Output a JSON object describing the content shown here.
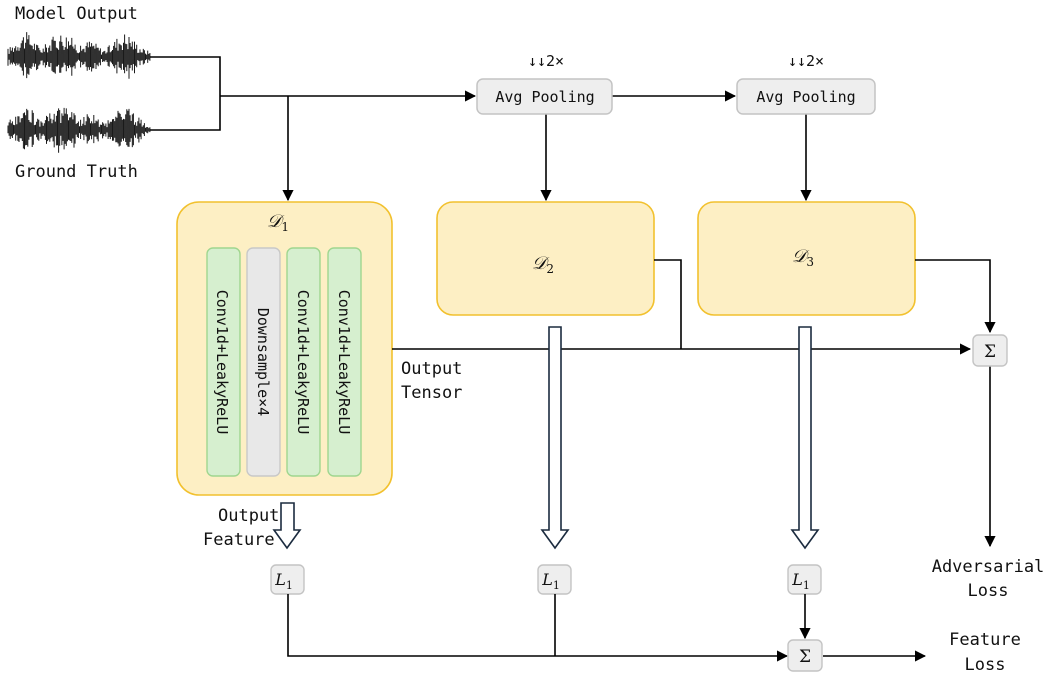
{
  "inputs": {
    "model_output": "Model Output",
    "ground_truth": "Ground Truth"
  },
  "pooling": [
    {
      "label": "Avg Pooling",
      "factor": "↓↓2×"
    },
    {
      "label": "Avg Pooling",
      "factor": "↓↓2×"
    }
  ],
  "discriminators": [
    {
      "symbol": "𝒟",
      "sub": "1"
    },
    {
      "symbol": "𝒟",
      "sub": "2"
    },
    {
      "symbol": "𝒟",
      "sub": "3"
    }
  ],
  "layers": [
    {
      "label": "Conv1d+LeakyReLU"
    },
    {
      "label": "Downsample×4"
    },
    {
      "label": "Conv1d+LeakyReLU"
    },
    {
      "label": "Conv1d+LeakyReLU"
    }
  ],
  "annotations": {
    "output_tensor_1": "Output",
    "output_tensor_2": "Tensor",
    "output_feature_1": "Output",
    "output_feature_2": "Feature"
  },
  "l1": {
    "symbol": "L",
    "sub": "1"
  },
  "sum_symbol": "Σ",
  "losses": {
    "adversarial_1": "Adversarial",
    "adversarial_2": "Loss",
    "feature_1": "Feature",
    "feature_2": "Loss"
  },
  "colors": {
    "disc_fill": "#fdefc4",
    "disc_stroke": "#f2c12e",
    "conv_fill": "#d6efcf",
    "conv_stroke": "#9fd68f",
    "down_fill": "#e8e8e8",
    "down_stroke": "#c8c8c8",
    "node_fill": "#eeeeee",
    "node_stroke": "#c4c4c4",
    "line": "#000000"
  }
}
